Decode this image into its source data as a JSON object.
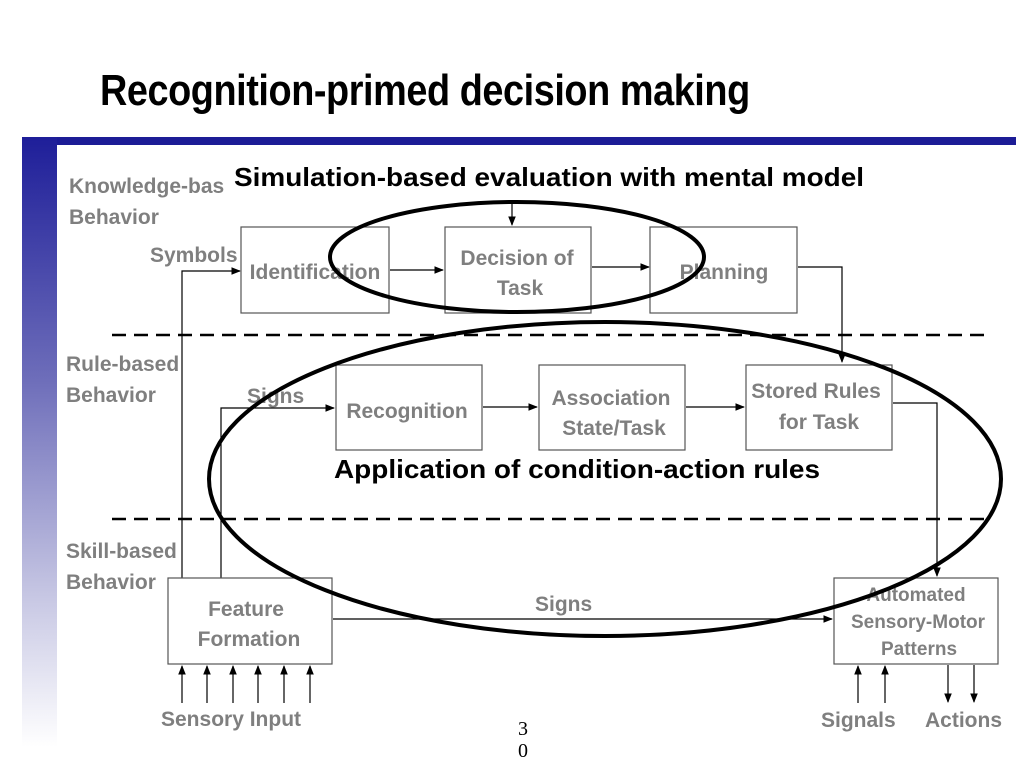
{
  "title": "Recognition-primed decision making",
  "captions": {
    "top": "Simulation-based evaluation with mental model",
    "middle": "Application of condition-action rules"
  },
  "levels": {
    "knowledge": [
      "Knowledge-bas",
      "Behavior"
    ],
    "rule": [
      "Rule-based",
      "Behavior"
    ],
    "skill": [
      "Skill-based",
      "Behavior"
    ]
  },
  "signal_labels": {
    "symbols": "Symbols",
    "signs_upper": "Signs",
    "signs_lower": "Signs",
    "sensory_input": "Sensory Input",
    "signals": "Signals",
    "actions": "Actions"
  },
  "boxes": {
    "identification": [
      "Identification"
    ],
    "decision": [
      "Decision of",
      "Task"
    ],
    "planning": [
      "Planning"
    ],
    "recognition": [
      "Recognition"
    ],
    "association": [
      "Association",
      "State/Task"
    ],
    "stored_rules": [
      "Stored Rules",
      "for Task"
    ],
    "feature_formation": [
      "Feature",
      "Formation"
    ],
    "automated": [
      "Automated",
      "Sensory-Motor",
      "Patterns"
    ]
  },
  "page_number": "30"
}
